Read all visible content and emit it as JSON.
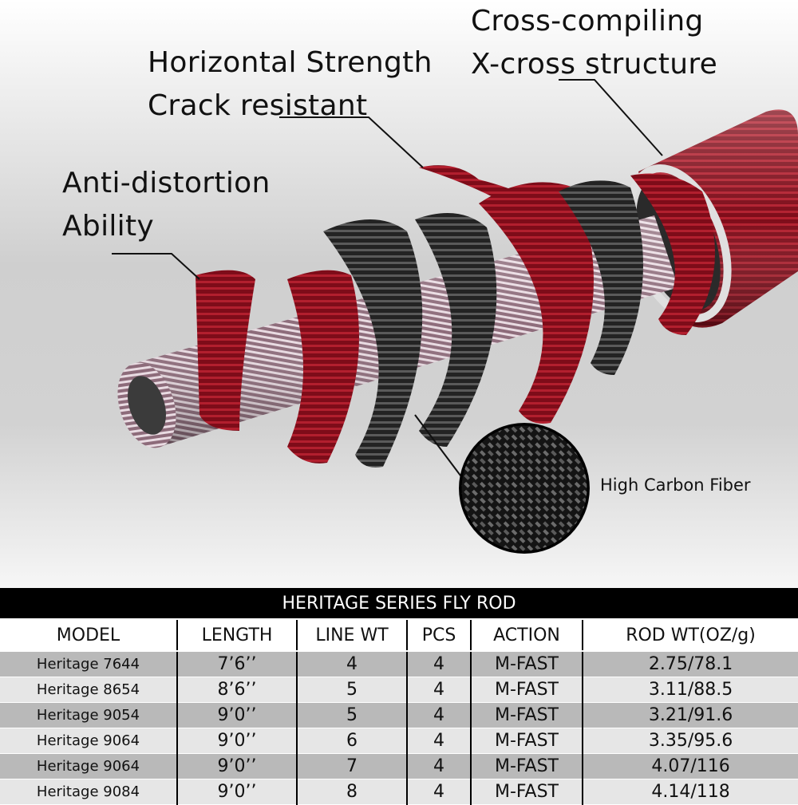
{
  "labels": {
    "cross_line1": "Cross-compiling",
    "cross_line2": "X-cross structure",
    "horiz_line1": "Horizontal Strength",
    "horiz_line2": "Crack resistant",
    "anti_line1": "Anti-distortion",
    "anti_line2": "Ability",
    "carbon": "High Carbon Fiber"
  },
  "colors": {
    "wrap_red": "#8b0d1c",
    "wrap_dark": "#2e2e2e",
    "inner_pink": "#c9a9b8"
  },
  "table": {
    "title": "HERITAGE SERIES  FLY ROD",
    "headers": [
      "MODEL",
      "LENGTH",
      "LINE WT",
      "PCS",
      "ACTION",
      "ROD WT(OZ/g)"
    ],
    "rows": [
      [
        "Heritage 7644",
        "7’6’’",
        "4",
        "4",
        "M-FAST",
        "2.75/78.1"
      ],
      [
        "Heritage 8654",
        "8’6’’",
        "5",
        "4",
        "M-FAST",
        "3.11/88.5"
      ],
      [
        "Heritage 9054",
        "9’0’’",
        "5",
        "4",
        "M-FAST",
        "3.21/91.6"
      ],
      [
        "Heritage 9064",
        "9’0’’",
        "6",
        "4",
        "M-FAST",
        "3.35/95.6"
      ],
      [
        "Heritage 9064",
        "9’0’’",
        "7",
        "4",
        "M-FAST",
        "4.07/116"
      ],
      [
        "Heritage 9084",
        "9’0’’",
        "8",
        "4",
        "M-FAST",
        "4.14/118"
      ]
    ]
  }
}
